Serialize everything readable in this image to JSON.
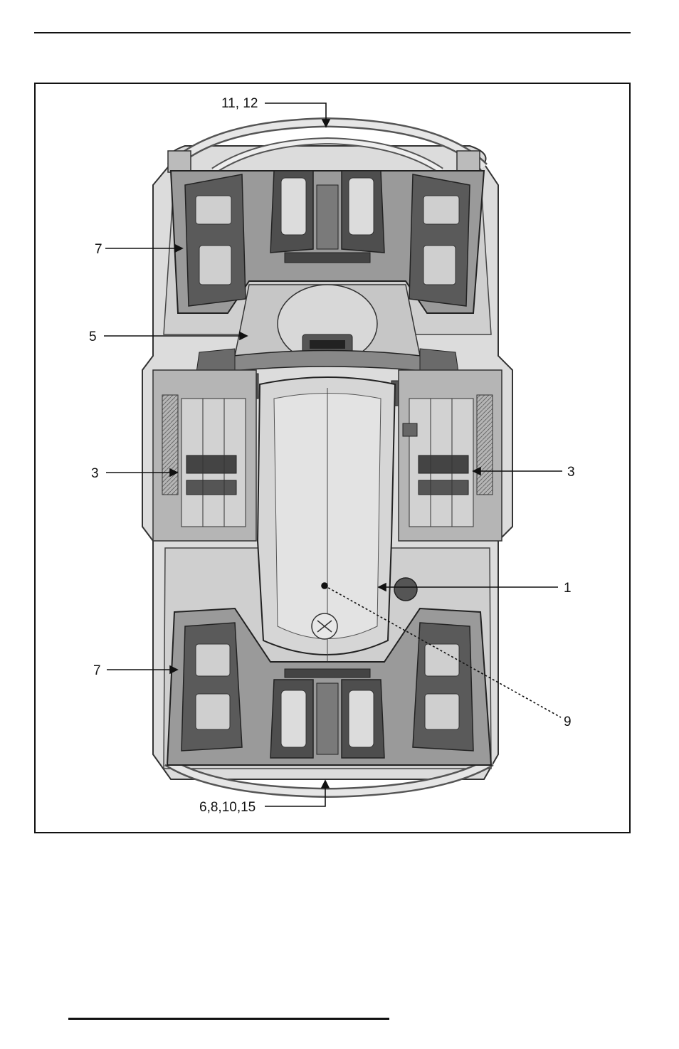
{
  "callouts": {
    "top_center": "11, 12",
    "left_front_rack": "7",
    "left_handlebar": "5",
    "left_footwell": "3",
    "right_footwell": "3",
    "right_seat": "1",
    "left_rear_rack": "7",
    "right_seat_rear": "9",
    "bottom_center": "6,8,10,15"
  },
  "colors": {
    "ink": "#111111",
    "body_light": "#e2e2e2",
    "body_mid": "#bdbdbd",
    "body_dark": "#5a5a5a",
    "rack": "#8a8a8a"
  }
}
